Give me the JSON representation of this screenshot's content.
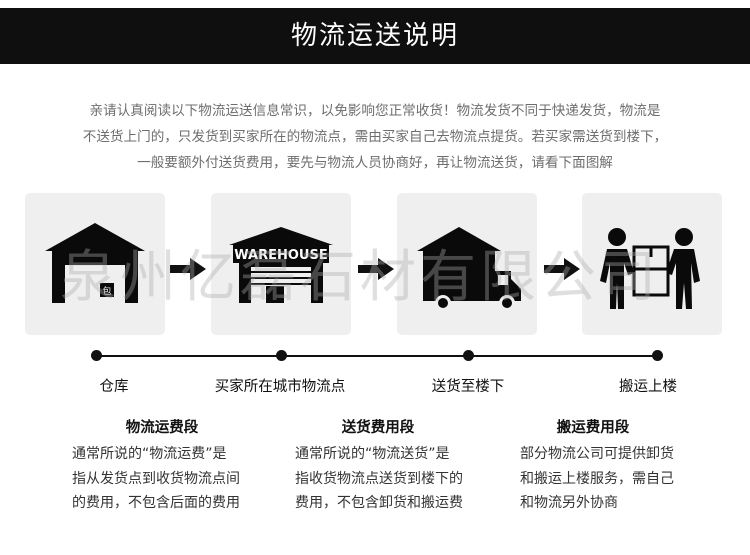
{
  "header": {
    "title": "物流运送说明"
  },
  "intro": {
    "lines": [
      "亲请认真阅读以下物流运送信息常识，以免影响您正常收货！物流发货不同于快递发货，物流是",
      "不送货上门的，只发货到买家所在的物流点，需由买家自己去物流点提货。若买家需送货到楼下，",
      "一般要额外付送货费用，要先与物流人员协商好，再让物流送货，请看下面图解"
    ]
  },
  "tiles": {
    "warehouse_sign": "WAREHOUSE",
    "box_icon_text": "包"
  },
  "watermark": "泉州亿磊石材有限公司",
  "stages": [
    {
      "label": "仓库",
      "icon": "warehouse-icon"
    },
    {
      "label": "买家所在城市物流点",
      "icon": "logistics-warehouse-icon"
    },
    {
      "label": "送货至楼下",
      "icon": "delivery-truck-icon"
    },
    {
      "label": "搬运上楼",
      "icon": "movers-icon"
    }
  ],
  "sections": [
    {
      "title": "物流运费段",
      "lines": [
        "通常所说的“物流运费”是",
        "指从发货点到收货物流点间",
        "的费用，不包含后面的费用"
      ]
    },
    {
      "title": "送货费用段",
      "lines": [
        "通常所说的“物流送货”是",
        "指收货物流点送货到楼下的",
        "费用，不包含卸货和搬运费"
      ]
    },
    {
      "title": "搬运费用段",
      "lines": [
        "部分物流公司可提供卸货",
        "和搬运上楼服务，需自己",
        "和物流另外协商"
      ]
    }
  ],
  "colors": {
    "header_bg": "#0f0f0f",
    "tile_bg": "#efefef",
    "icon": "#0a0a0a",
    "intro_text": "#6e6e6e"
  }
}
